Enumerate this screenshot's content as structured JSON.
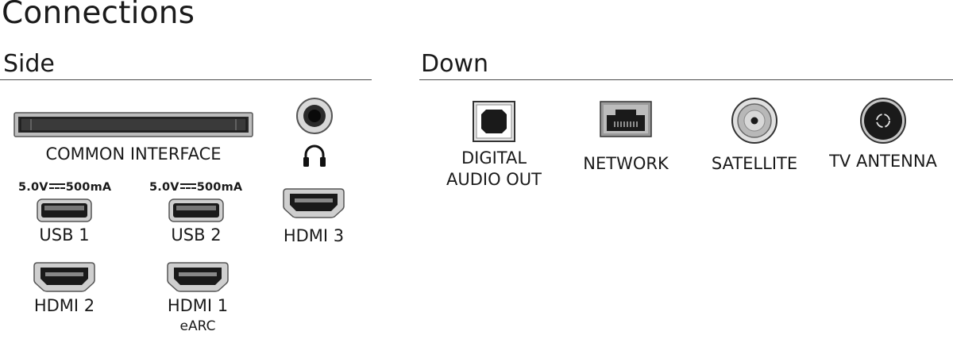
{
  "title": "Connections",
  "sections": {
    "side": "Side",
    "down": "Down"
  },
  "ports": {
    "common_interface": "COMMON INTERFACE",
    "usb1": {
      "label": "USB 1",
      "spec_voltage": "5.0V",
      "spec_current": "500mA"
    },
    "usb2": {
      "label": "USB 2",
      "spec_voltage": "5.0V",
      "spec_current": "500mA"
    },
    "hdmi1": {
      "label": "HDMI 1",
      "sub": "eARC"
    },
    "hdmi2": {
      "label": "HDMI 2"
    },
    "hdmi3": {
      "label": "HDMI 3"
    },
    "headphones": {
      "icon": "headphones-icon"
    },
    "digital_audio_out": {
      "line1": "DIGITAL",
      "line2": "AUDIO OUT"
    },
    "network": {
      "label": "NETWORK"
    },
    "satellite": {
      "label": "SATELLITE"
    },
    "tv_antenna": {
      "label": "TV ANTENNA"
    }
  }
}
